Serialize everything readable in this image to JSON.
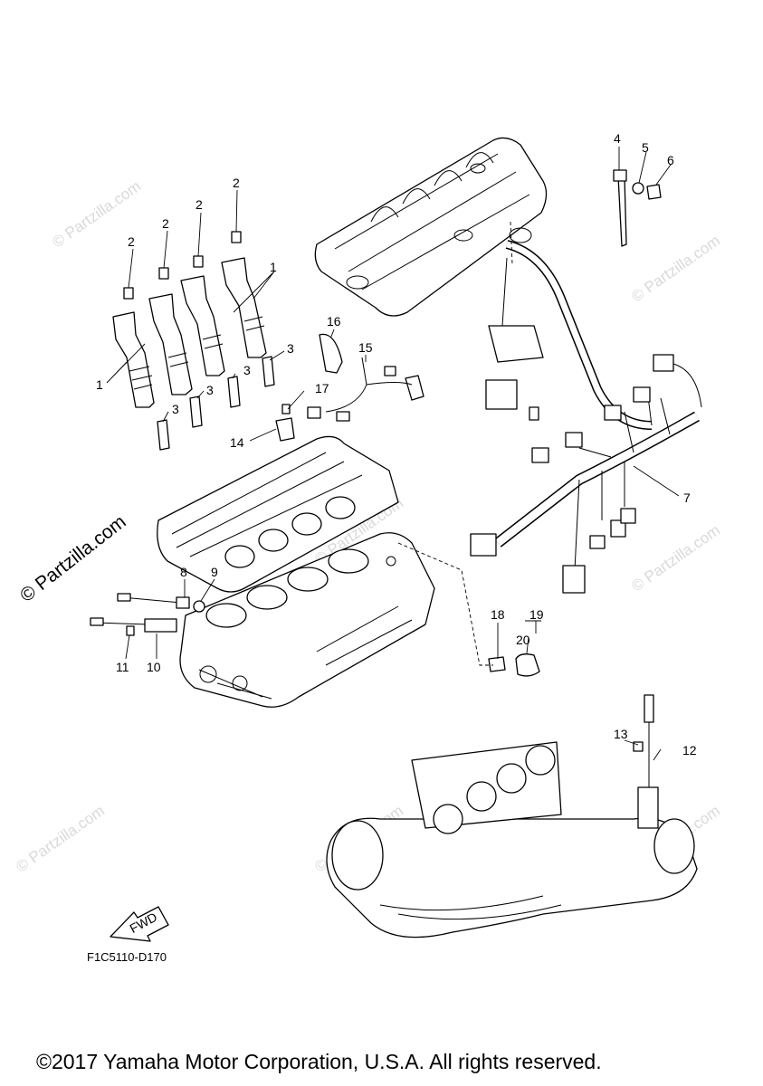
{
  "diagram": {
    "callouts": {
      "c1a": "1",
      "c1b": "1",
      "c2a": "2",
      "c2b": "2",
      "c2c": "2",
      "c2d": "2",
      "c3a": "3",
      "c3b": "3",
      "c3c": "3",
      "c3d": "3",
      "c4": "4",
      "c5": "5",
      "c6": "6",
      "c7": "7",
      "c8": "8",
      "c9": "9",
      "c10": "10",
      "c11": "11",
      "c12": "12",
      "c13": "13",
      "c14": "14",
      "c15": "15",
      "c16": "16",
      "c17": "17",
      "c18": "18",
      "c19": "19",
      "c20": "20"
    },
    "fwd_label": "FWD",
    "figure_code": "F1C5110-D170",
    "copyright": "©2017 Yamaha Motor Corporation, U.S.A. All rights reserved."
  },
  "watermark": {
    "main": "© Partzilla.com",
    "faint": "© Partzilla.com"
  }
}
